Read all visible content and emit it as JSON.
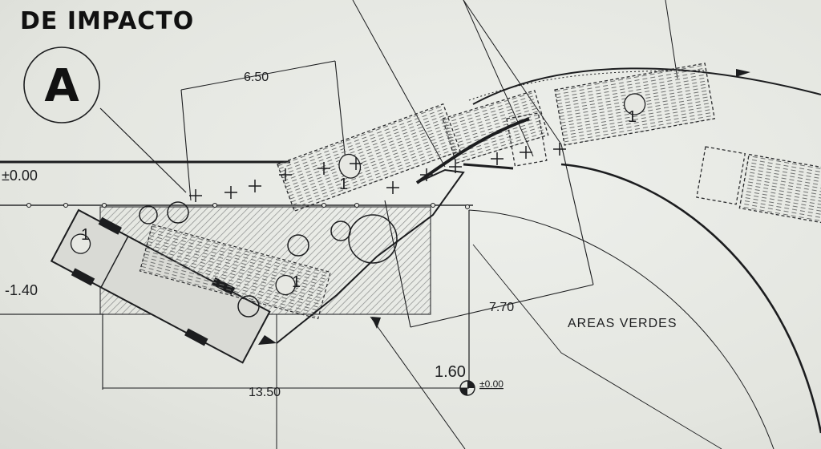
{
  "title": "DE IMPACTO",
  "detail_letter": "A",
  "levels": {
    "top": "±0.00",
    "bottom": "-1.40",
    "marker": "±0.00"
  },
  "dimensions": {
    "d650": "6.50",
    "d770": "7.70",
    "d1350": "13.50",
    "d160": "1.60"
  },
  "area_label": "AREAS VERDES",
  "vehicle_number": "1",
  "colors": {
    "paper": "#e7e8e3",
    "ink": "#1c1d1f",
    "hatch": "#7f8180"
  }
}
